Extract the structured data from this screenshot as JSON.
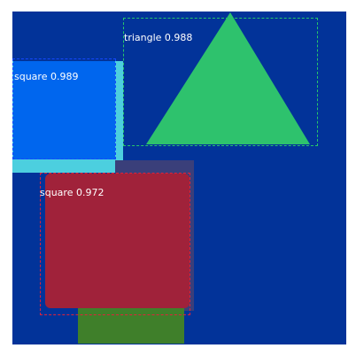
{
  "scene": {
    "background_color": "#023399",
    "page_color": "#ffffff"
  },
  "shapes": [
    {
      "kind": "square",
      "color": "#4ccfdf",
      "role": "light-cyan square"
    },
    {
      "kind": "square",
      "color": "#3a3f7a",
      "role": "dark slate square"
    },
    {
      "kind": "square",
      "color": "#3f7f2a",
      "role": "green square"
    },
    {
      "kind": "triangle",
      "color": "#2ec26d",
      "role": "green triangle"
    }
  ],
  "detections": [
    {
      "label": "triangle 0.988",
      "class": "triangle",
      "score": 0.988,
      "box_color": "#27c66a",
      "mask_color": "#2ec26d"
    },
    {
      "label": "square 0.989",
      "class": "square",
      "score": 0.989,
      "box_color": "#1447ff",
      "mask_color": "#0066ee"
    },
    {
      "label": "square 0.972",
      "class": "square",
      "score": 0.972,
      "box_color": "#e0223a",
      "mask_color": "#a0223a"
    }
  ]
}
